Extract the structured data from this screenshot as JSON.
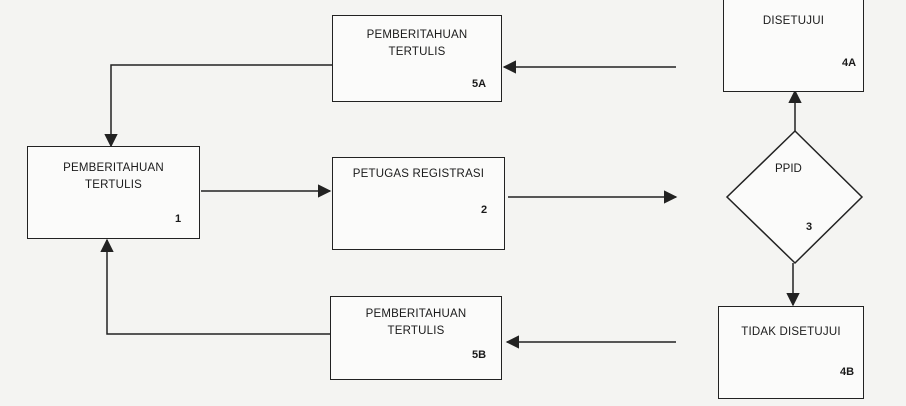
{
  "nodes": {
    "box1": {
      "label": "PEMBERITAHUAN TERTULIS",
      "number": "1"
    },
    "box2": {
      "label": "PETUGAS REGISTRASI",
      "number": "2"
    },
    "diamond3": {
      "label": "PPID",
      "number": "3"
    },
    "box4a": {
      "label": "DISETUJUI",
      "number": "4A"
    },
    "box4b": {
      "label": "TIDAK DISETUJUI",
      "number": "4B"
    },
    "box5a": {
      "label": "PEMBERITAHUAN TERTULIS",
      "number": "5A"
    },
    "box5b": {
      "label": "PEMBERITAHUAN TERTULIS",
      "number": "5B"
    }
  },
  "colors": {
    "stroke": "#222222",
    "background": "#f4f4f2"
  }
}
